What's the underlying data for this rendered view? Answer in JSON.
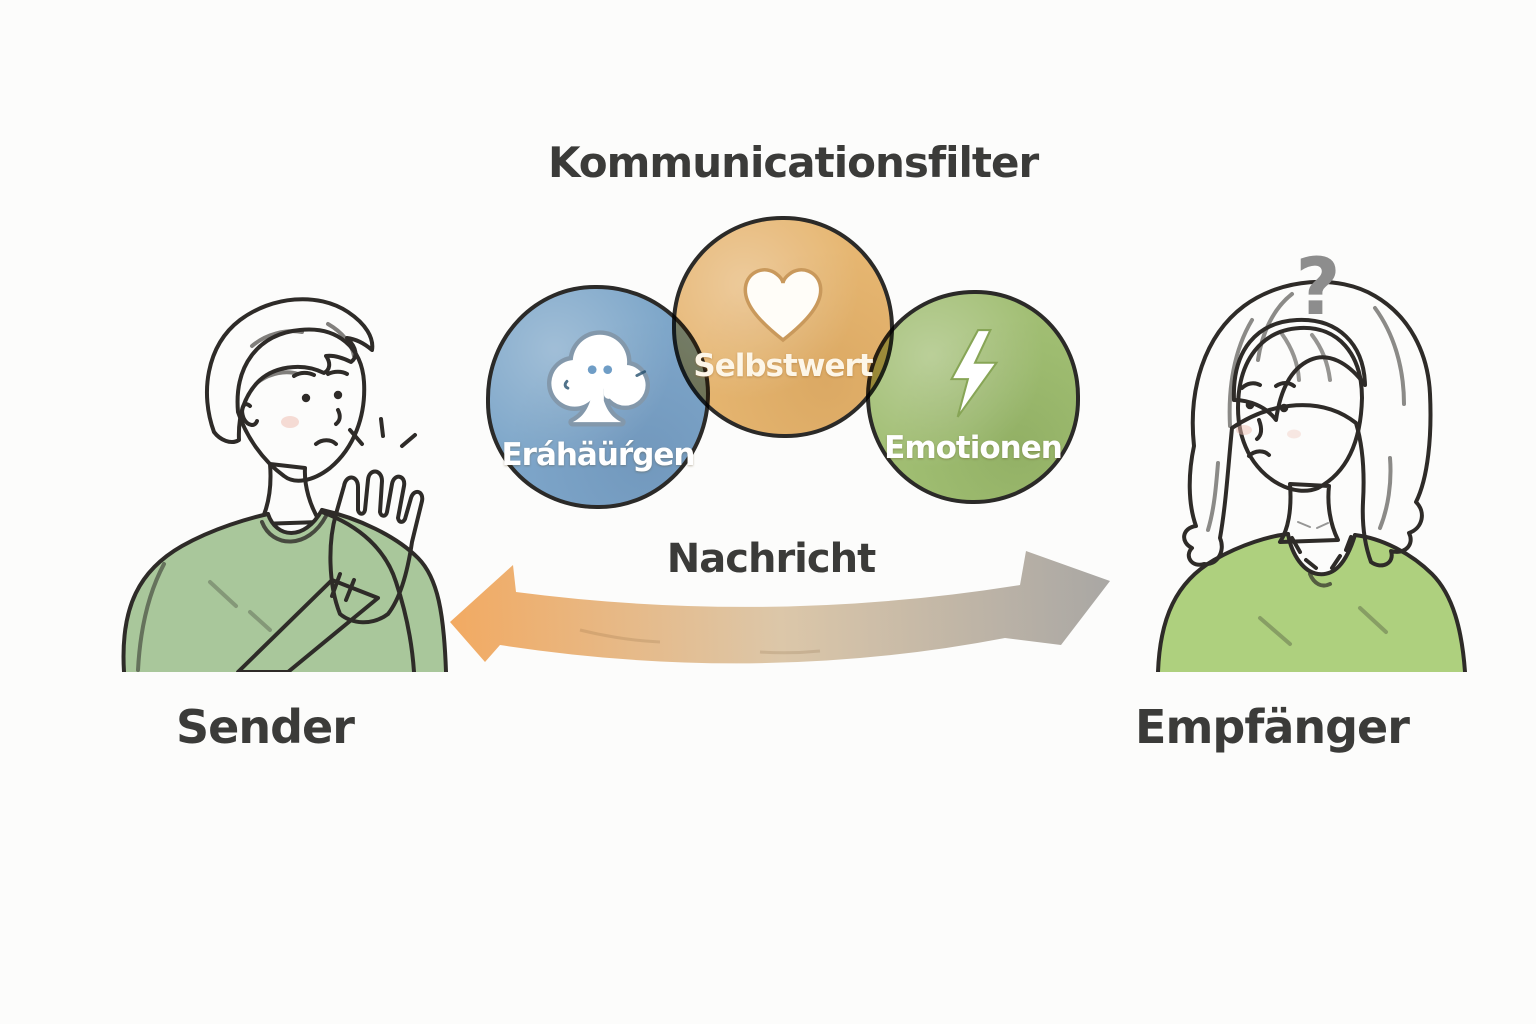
{
  "title": "Kommunicationsfilter",
  "venn": {
    "circles": [
      {
        "id": "experiences",
        "label": "Eráhäüŕgen",
        "icon": "tree-cloud-icon",
        "color": "#7fa8cd"
      },
      {
        "id": "self_worth",
        "label": "Selbstwert",
        "icon": "heart-icon",
        "color": "#e9b873"
      },
      {
        "id": "emotions",
        "label": "Emotionen",
        "icon": "lightning-icon",
        "color": "#a3c175"
      }
    ],
    "outline_color": "#2b2a28"
  },
  "message": {
    "label": "Nachricht",
    "arrow": {
      "start_color": "#f2aa62",
      "mid_color": "#dcc7a9",
      "end_color": "#a9a7a4"
    }
  },
  "sender": {
    "label": "Sender"
  },
  "receiver": {
    "label": "Empfänger",
    "question_mark": "?"
  }
}
